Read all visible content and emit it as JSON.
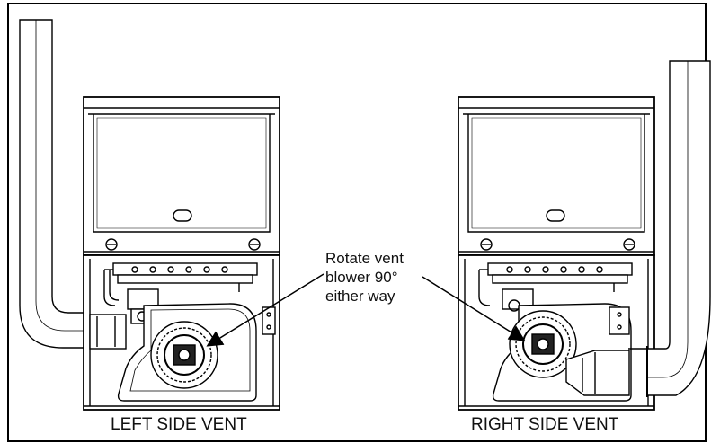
{
  "labels": {
    "left_caption": "LEFT SIDE VENT",
    "right_caption": "RIGHT SIDE VENT",
    "callout_lines": [
      "Rotate vent",
      "blower 90°",
      "either way"
    ]
  },
  "icons": [
    "furnace-left-illustration",
    "furnace-right-illustration",
    "vent-pipe-left",
    "vent-pipe-right",
    "arrow-left",
    "arrow-right"
  ],
  "colors": {
    "line": "#000000",
    "background": "#ffffff"
  }
}
